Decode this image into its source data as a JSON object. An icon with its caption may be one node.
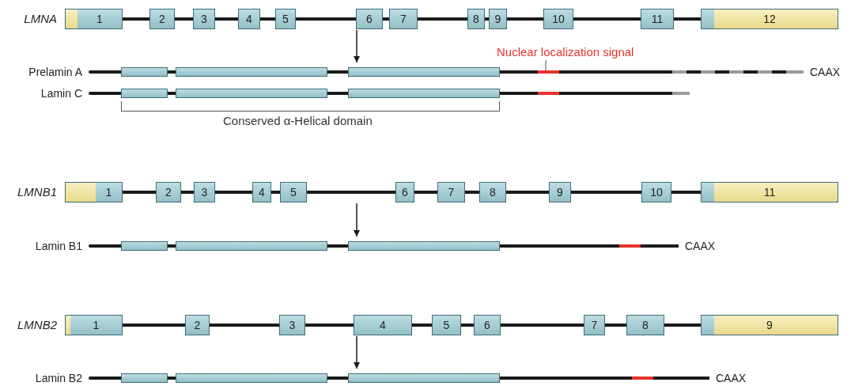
{
  "diagram": {
    "nodes": [
      {
        "text": [
          "LMNA"
        ]
      },
      {
        "text": [
          "1"
        ]
      },
      {
        "text": [
          "2"
        ]
      },
      {
        "text": [
          "3"
        ]
      },
      {
        "text": [
          "4"
        ]
      },
      {
        "text": [
          "5"
        ]
      },
      {
        "text": [
          "6"
        ]
      },
      {
        "text": [
          "7"
        ]
      },
      {
        "text": [
          "8"
        ]
      },
      {
        "text": [
          "9"
        ]
      },
      {
        "text": [
          "10"
        ]
      },
      {
        "text": [
          "11"
        ]
      },
      {
        "text": [
          "12"
        ]
      },
      {
        "text": [
          "Nuclear localization signal"
        ]
      },
      {
        "text": [
          "Prelamin A"
        ],
        "beside": [
          "CAAX"
        ]
      },
      {
        "text": [],
        "shape": "box",
        "in": 14
      },
      {
        "text": [],
        "shape": "box",
        "in": 14
      },
      {
        "text": [],
        "shape": "box",
        "in": 14
      },
      {
        "text": [],
        "shape": "bar",
        "in": 14
      },
      {
        "text": [
          "Lamin C"
        ]
      },
      {
        "text": [],
        "shape": "box",
        "in": 19
      },
      {
        "text": [],
        "shape": "box",
        "in": 19
      },
      {
        "text": [],
        "shape": "box",
        "in": 19
      },
      {
        "text": [],
        "shape": "bar",
        "in": 19
      },
      {
        "text": [
          "LMNB1"
        ]
      },
      {
        "text": [
          "1"
        ]
      },
      {
        "text": [
          "2"
        ]
      },
      {
        "text": [
          "3"
        ]
      },
      {
        "text": [
          "4"
        ]
      },
      {
        "text": [
          "5"
        ]
      },
      {
        "text": [
          "6"
        ]
      },
      {
        "text": [
          "7"
        ]
      },
      {
        "text": [
          "8"
        ]
      },
      {
        "text": [
          "9"
        ]
      },
      {
        "text": [
          "10"
        ]
      },
      {
        "text": [
          "11"
        ]
      },
      {
        "text": [
          "Lamin B1"
        ],
        "beside": [
          "CAAX"
        ]
      },
      {
        "text": [],
        "shape": "box",
        "in": 36
      },
      {
        "text": [],
        "shape": "box",
        "in": 36
      },
      {
        "text": [],
        "shape": "box",
        "in": 36
      },
      {
        "text": [],
        "shape": "bar",
        "in": 36
      },
      {
        "text": [
          "LMNB2"
        ]
      },
      {
        "text": [
          "1"
        ]
      },
      {
        "text": [
          "2"
        ]
      },
      {
        "text": [
          "3"
        ]
      },
      {
        "text": [
          "4"
        ]
      },
      {
        "text": [
          "5"
        ]
      },
      {
        "text": [
          "6"
        ]
      },
      {
        "text": [
          "7"
        ]
      },
      {
        "text": [
          "8"
        ]
      },
      {
        "text": [
          "9"
        ]
      },
      {
        "text": [
          "Lamin B2"
        ],
        "beside": [
          "CAAX"
        ]
      },
      {
        "text": [],
        "shape": "box",
        "in": 51
      },
      {
        "text": [],
        "shape": "box",
        "in": 51
      },
      {
        "text": [],
        "shape": "box",
        "in": 51
      },
      {
        "text": [],
        "shape": "bar",
        "in": 51
      }
    ],
    "edges": [
      {
        "from": 6,
        "to": 14,
        "arrow": "to"
      },
      {
        "from": 13,
        "to": 18,
        "arrow": "none"
      },
      {
        "from": 24,
        "to": 36,
        "arrow": "to"
      },
      {
        "from": 45,
        "to": 51,
        "arrow": "to"
      }
    ],
    "labels": [
      "Conserved α-Helical domain"
    ]
  }
}
